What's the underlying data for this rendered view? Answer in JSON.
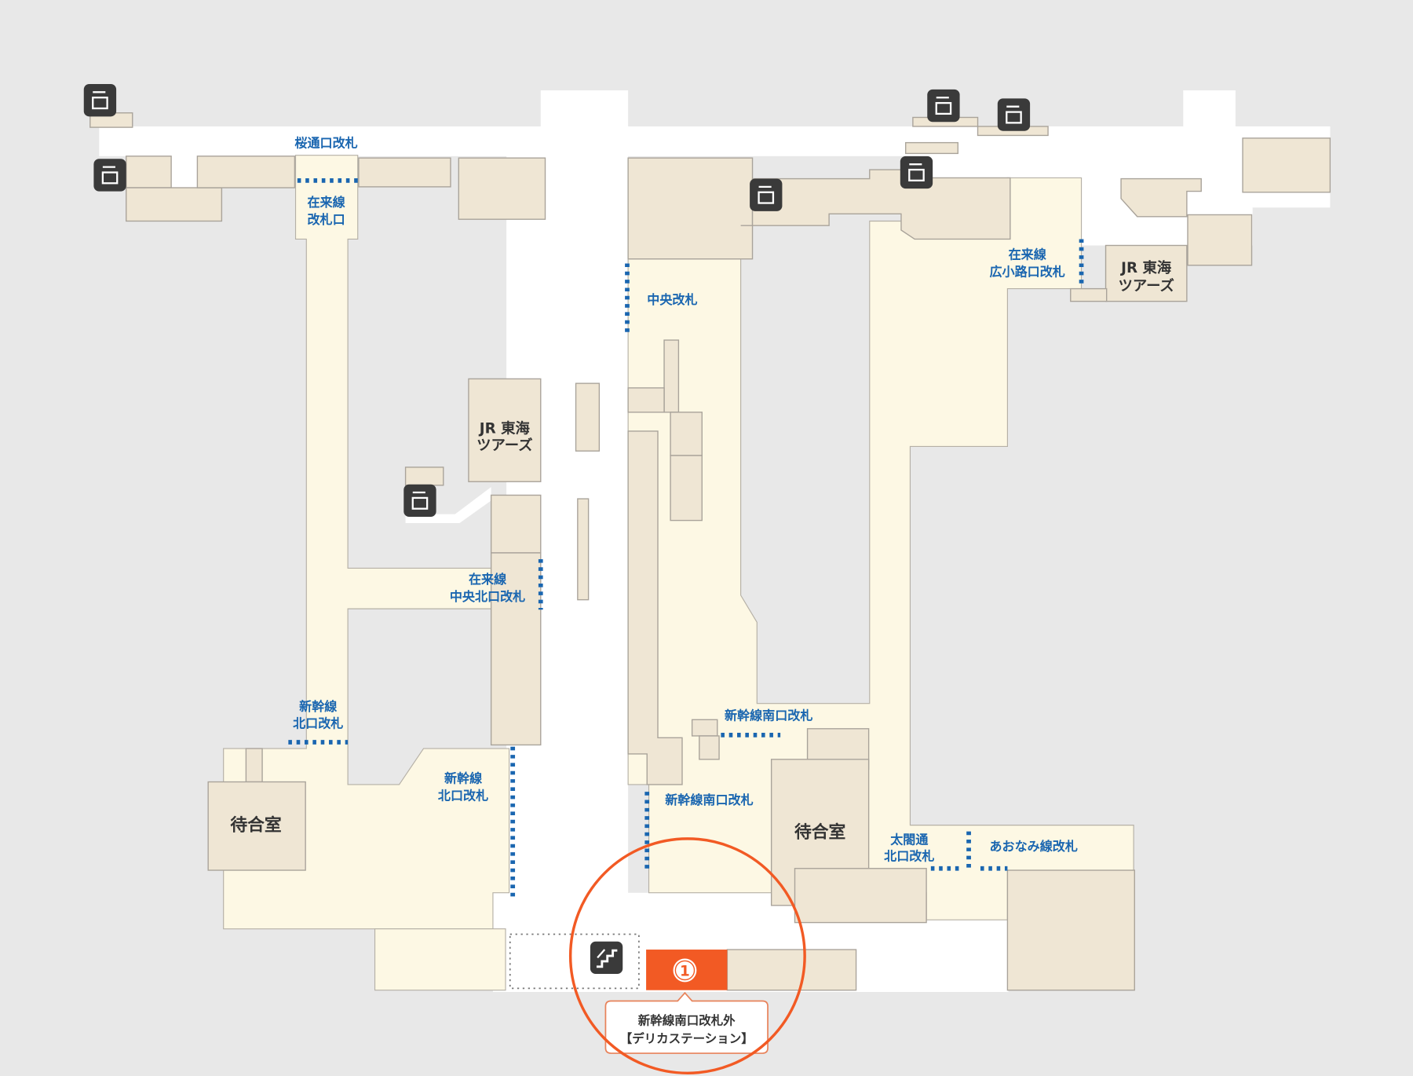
{
  "map": {
    "labels": {
      "sakuradori_gate": "桜通口改札",
      "zairai_gate_1": "在来線",
      "zairai_gate_2": "改札口",
      "chuo_gate": "中央改札",
      "hirokoji_1": "在来線",
      "hirokoji_2": "広小路口改札",
      "jr_tours_r1": "JR 東海",
      "jr_tours_r2": "ツアーズ",
      "jr_tours_c1": "JR 東海",
      "jr_tours_c2": "ツアーズ",
      "chuo_kita_1": "在来線",
      "chuo_kita_2": "中央北口改札",
      "shinkansen_kita_a1": "新幹線",
      "shinkansen_kita_a2": "北口改札",
      "shinkansen_minami_a": "新幹線南口改札",
      "shinkansen_kita_b1": "新幹線",
      "shinkansen_kita_b2": "北口改札",
      "shinkansen_minami_b": "新幹線南口改札",
      "waiting_room_left": "待合室",
      "waiting_room_right": "待合室",
      "taiko_1": "太閤通",
      "taiko_2": "北口改札",
      "aonami_gate": "あおなみ線改札"
    },
    "highlight": {
      "number": "1",
      "callout_line1": "新幹線南口改札外",
      "callout_line2": "【デリカステーション】",
      "color": "#f25a24"
    },
    "icons": [
      "coin-locker-icon",
      "stairs-icon"
    ],
    "colors": {
      "corridor": "#ffffff",
      "gate_area": "#fdf8e4",
      "shop": "#efe6d4",
      "gate": "#1a66b0",
      "background": "#e8e8e8"
    }
  }
}
